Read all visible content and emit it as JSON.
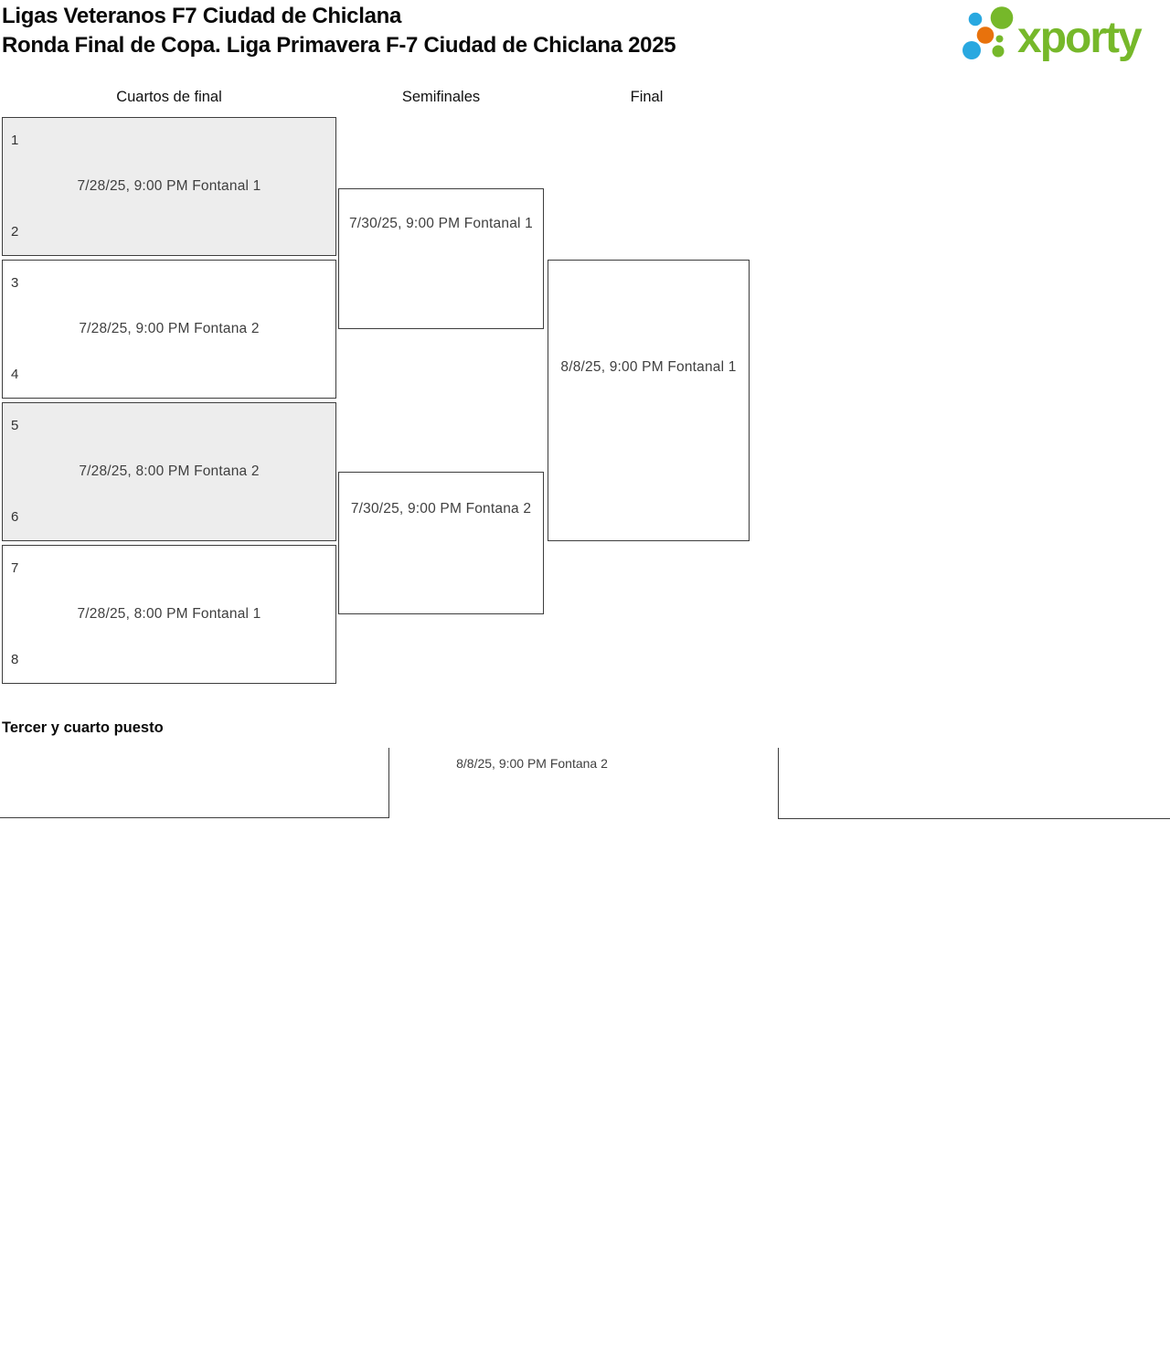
{
  "header": {
    "title_line1": "Ligas Veteranos F7 Ciudad de Chiclana",
    "title_line2": "Ronda Final de Copa. Liga Primavera F-7 Ciudad de Chiclana 2025",
    "logo_text": "xporty"
  },
  "rounds": [
    {
      "label": "Cuartos de final"
    },
    {
      "label": "Semifinales"
    },
    {
      "label": "Final"
    }
  ],
  "bracket": {
    "quarterfinals": [
      {
        "seed_top": "1",
        "seed_bottom": "2",
        "label": "7/28/25, 9:00 PM Fontanal 1",
        "shaded": true
      },
      {
        "seed_top": "3",
        "seed_bottom": "4",
        "label": "7/28/25, 9:00 PM Fontana 2",
        "shaded": false
      },
      {
        "seed_top": "5",
        "seed_bottom": "6",
        "label": "7/28/25, 8:00 PM Fontana 2",
        "shaded": true
      },
      {
        "seed_top": "7",
        "seed_bottom": "8",
        "label": "7/28/25, 8:00 PM Fontanal 1",
        "shaded": false
      }
    ],
    "semifinals": [
      {
        "label": "7/30/25, 9:00 PM Fontanal 1"
      },
      {
        "label": "7/30/25, 9:00 PM Fontana 2"
      }
    ],
    "final": {
      "label": "8/8/25, 9:00 PM Fontanal 1"
    }
  },
  "third_place": {
    "heading": "Tercer y cuarto puesto",
    "label": "8/8/25, 9:00 PM Fontana 2"
  },
  "colors": {
    "brand_green": "#76b82a",
    "brand_blue": "#29a8e0",
    "brand_orange": "#e8720c",
    "shaded_box_fill": "#ededed",
    "border": "#3d3d3d"
  }
}
